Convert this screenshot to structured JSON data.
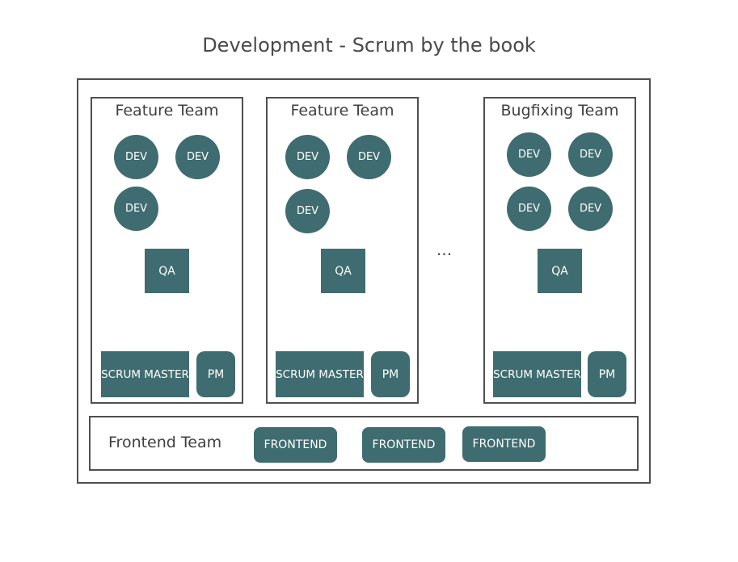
{
  "title": "Development - Scrum by the book",
  "teams": [
    {
      "name": "Feature Team",
      "devs": [
        "DEV",
        "DEV",
        "DEV"
      ],
      "qa": "QA",
      "scrum_master": "SCRUM MASTER",
      "pm": "PM"
    },
    {
      "name": "Feature Team",
      "devs": [
        "DEV",
        "DEV",
        "DEV"
      ],
      "qa": "QA",
      "scrum_master": "SCRUM MASTER",
      "pm": "PM"
    },
    {
      "name": "Bugfixing Team",
      "devs": [
        "DEV",
        "DEV",
        "DEV",
        "DEV"
      ],
      "qa": "QA",
      "scrum_master": "SCRUM MASTER",
      "pm": "PM"
    }
  ],
  "ellipsis": "...",
  "frontend": {
    "label": "Frontend Team",
    "members": [
      "FRONTEND",
      "FRONTEND",
      "FRONTEND"
    ]
  },
  "colors": {
    "node_fill": "#3f6c70",
    "border": "#4f4f4f",
    "text": "#3f3f3f"
  }
}
